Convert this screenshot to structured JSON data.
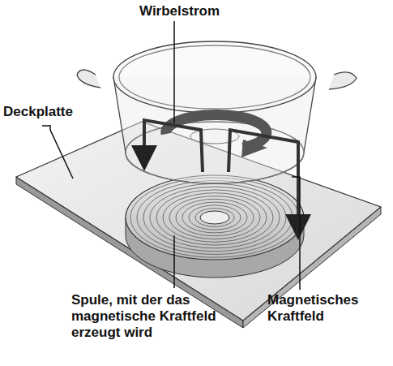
{
  "diagram": {
    "labels": [
      "Wirbelstrom",
      "Deckplatte",
      "Spule, mit der das magnetische Kraftfeld erzeugt wird",
      "Magnetisches Kraftfeld"
    ]
  }
}
